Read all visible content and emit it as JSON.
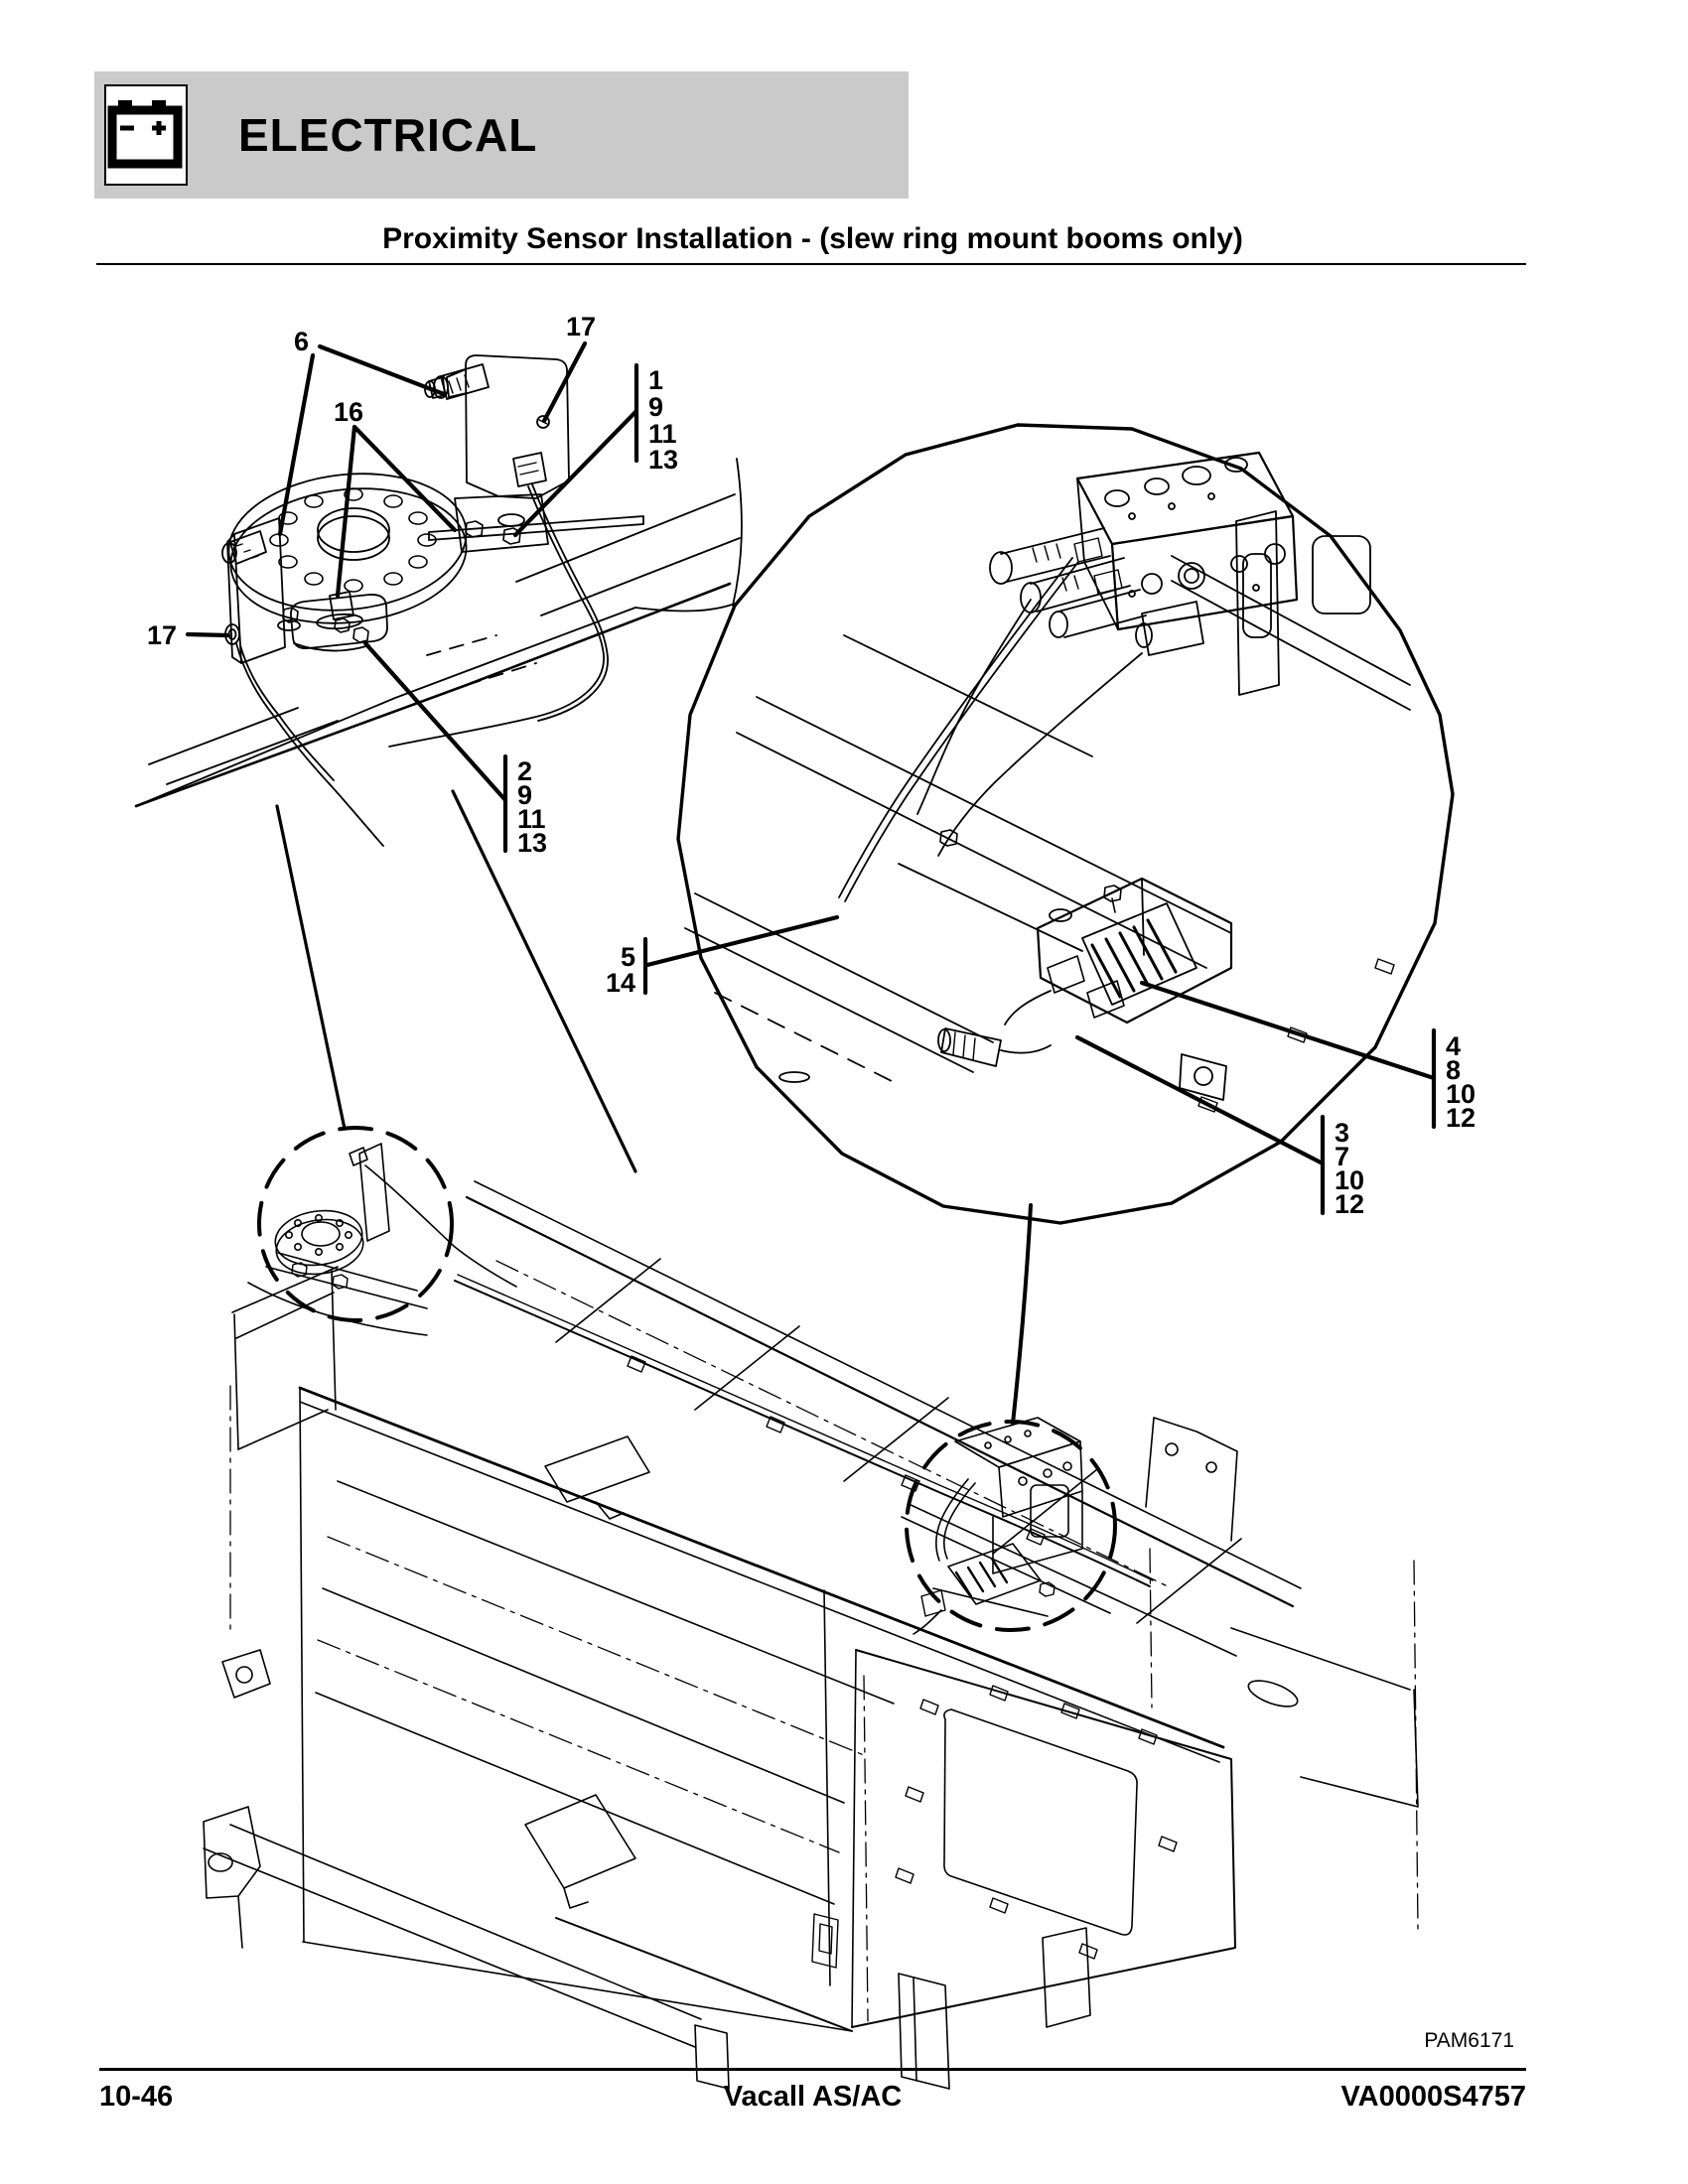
{
  "header": {
    "section_title": "ELECTRICAL",
    "icon": "battery-icon",
    "band_color": "#cacaca"
  },
  "title": "Proximity Sensor Installation - (slew ring mount booms only)",
  "figure": {
    "code": "PAM6171",
    "description": "exploded isometric line drawing of proximity sensor installation on slew ring mount boom with detail balloons",
    "line_color": "#000000"
  },
  "callouts": {
    "c6": {
      "label": "6"
    },
    "c17_top": {
      "label": "17"
    },
    "c16": {
      "label": "16"
    },
    "c17_left": {
      "label": "17"
    },
    "stack_1": {
      "lines": [
        "1",
        "9",
        "11",
        "13"
      ]
    },
    "stack_2": {
      "lines": [
        "2",
        "9",
        "11",
        "13"
      ]
    },
    "stack_5": {
      "lines": [
        "5",
        "14"
      ]
    },
    "stack_4": {
      "lines": [
        "4",
        "8",
        "10",
        "12"
      ]
    },
    "stack_3": {
      "lines": [
        "3",
        "7",
        "10",
        "12"
      ]
    }
  },
  "footer": {
    "page_number": "10-46",
    "model": "Vacall AS/AC",
    "doc_number": "VA0000S4757"
  }
}
